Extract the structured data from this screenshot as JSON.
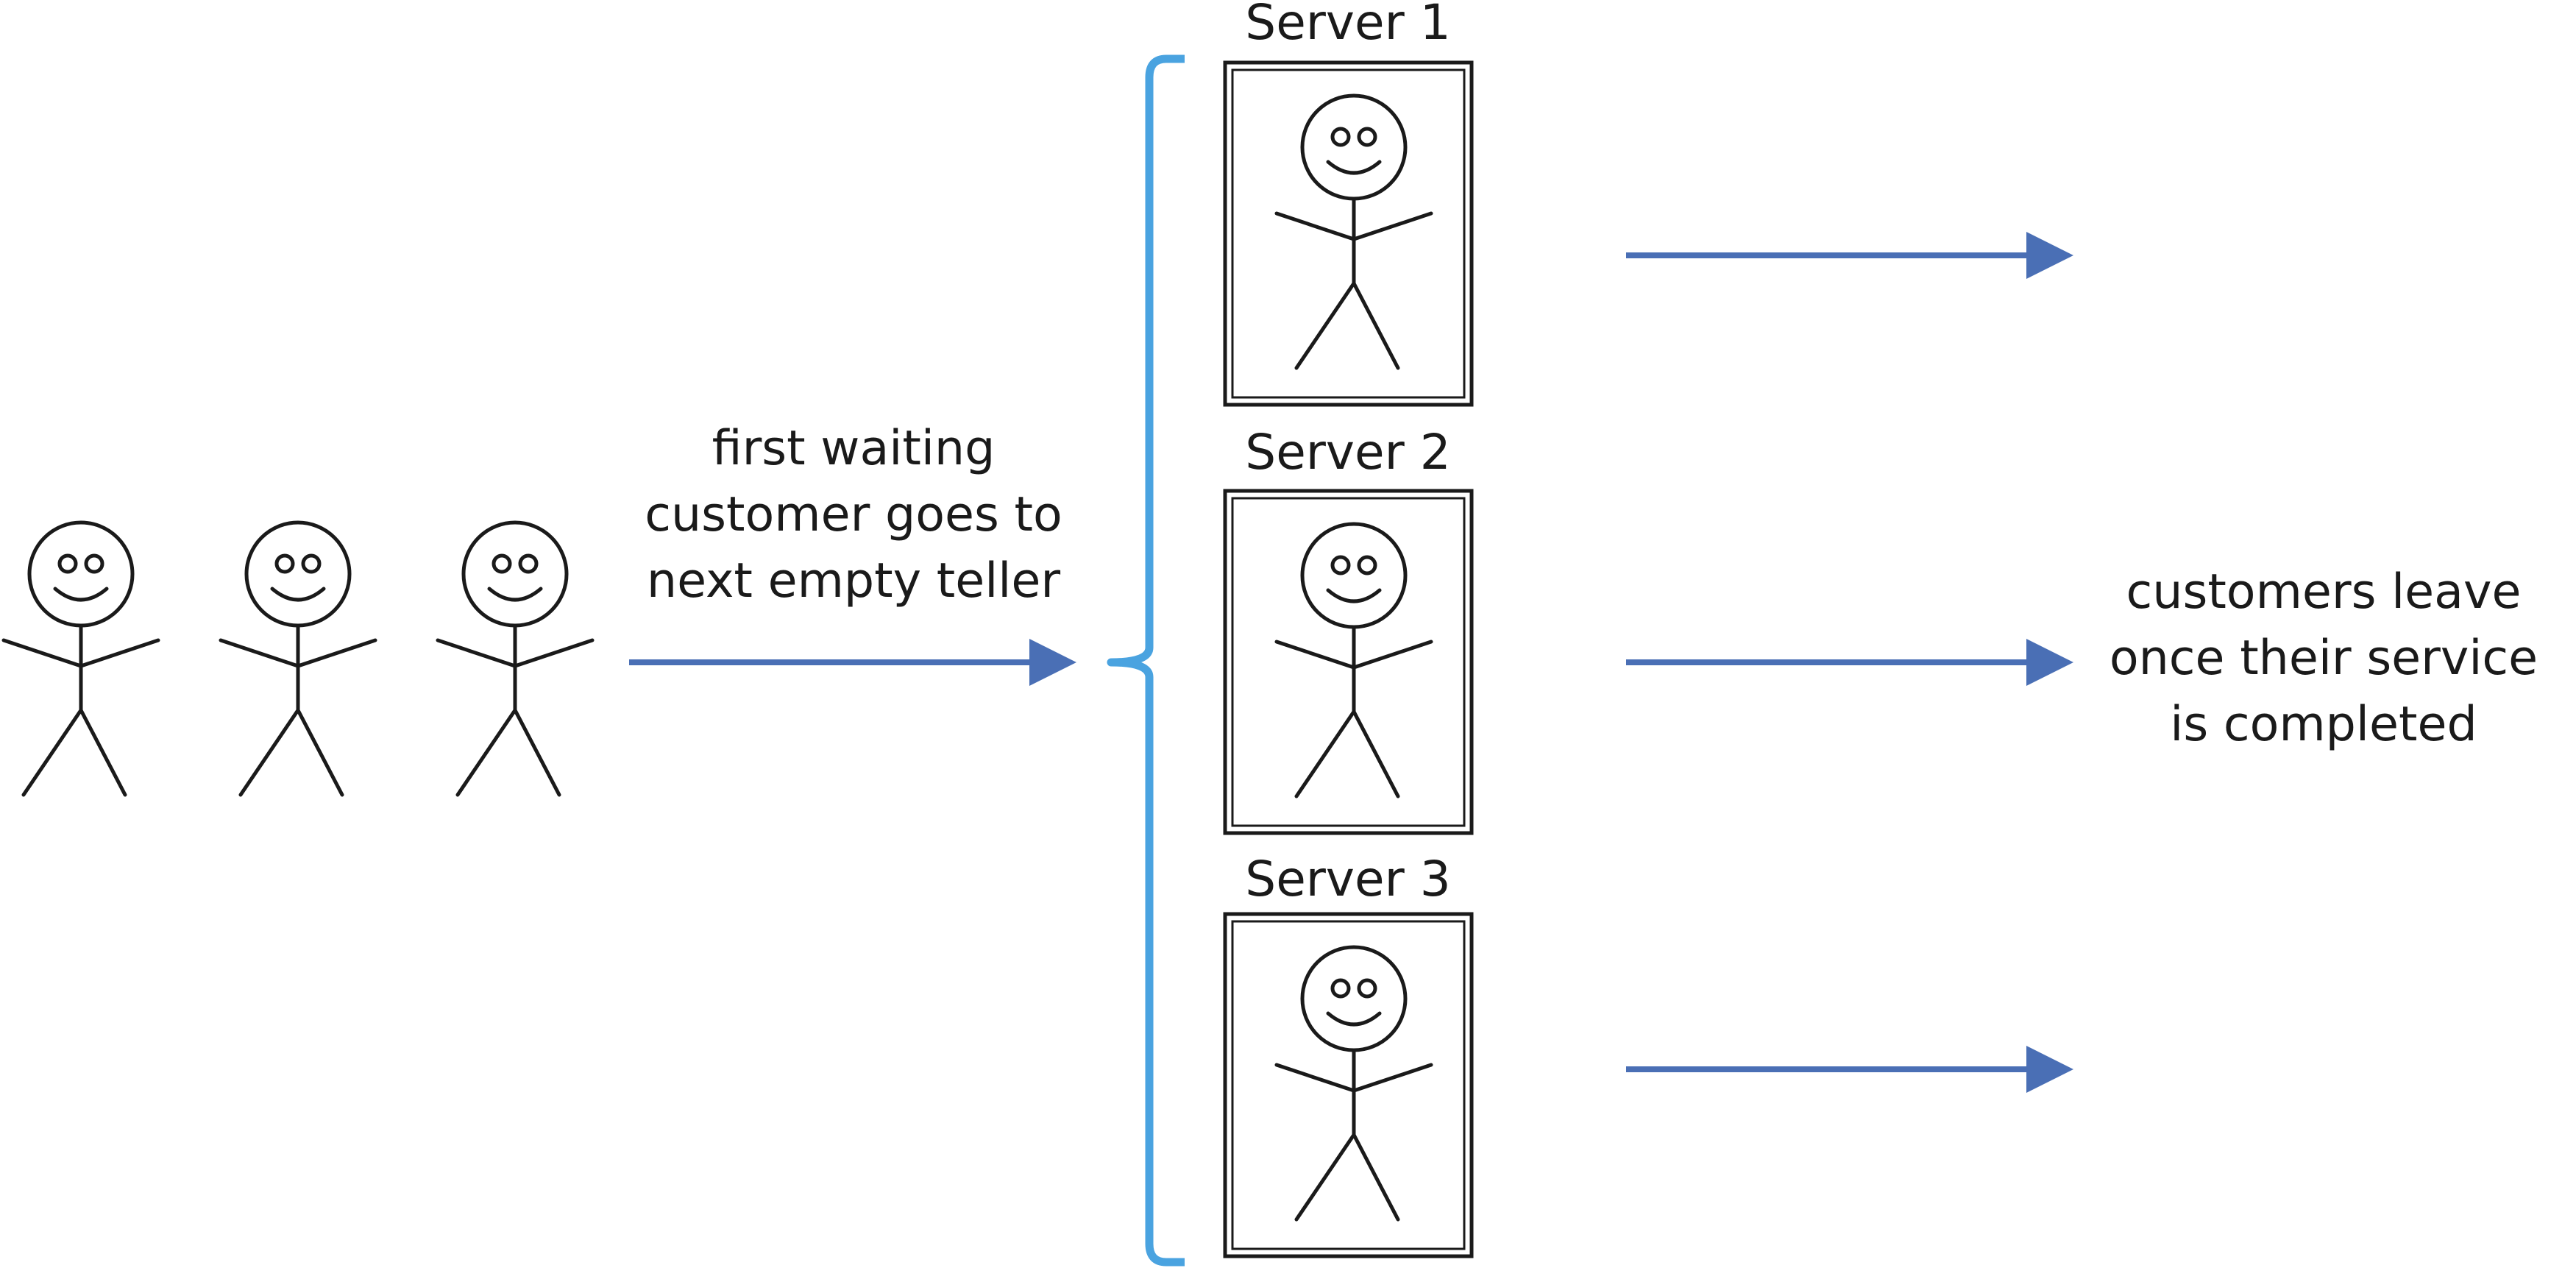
{
  "colors": {
    "arrow": "#4a6fb5",
    "bracket": "#4aa3e0",
    "ink": "#1a1a1a",
    "background": "#ffffff"
  },
  "icons": {
    "person": "stick-figure-icon",
    "arrow": "arrow-right-icon",
    "bracket": "curly-brace-icon"
  },
  "queue": {
    "waiting_customers": 3
  },
  "servers": [
    {
      "label": "Server 1"
    },
    {
      "label": "Server 2"
    },
    {
      "label": "Server 3"
    }
  ],
  "notes": {
    "dispatch": "first waiting\ncustomer goes to\nnext empty teller",
    "exit": "customers leave\nonce their service\nis completed"
  }
}
